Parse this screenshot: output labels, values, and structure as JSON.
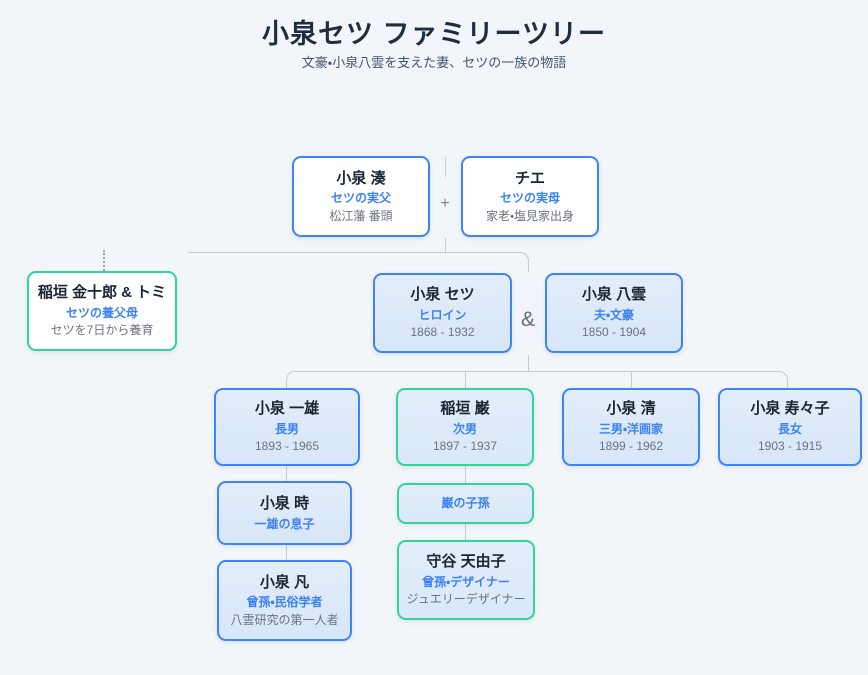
{
  "header": {
    "title": "小泉セツ ファミリーツリー",
    "subtitle": "文豪・小泉八雲を支えた妻、セツの一族の物語"
  },
  "symbols": {
    "couple_plus": "+",
    "couple_amp": "&"
  },
  "nodes": {
    "minato": {
      "name": "小泉 湊",
      "role": "セツの実父",
      "note": "松江藩 番頭"
    },
    "chie": {
      "name": "チエ",
      "role": "セツの実母",
      "note": "家老・塩見家出身"
    },
    "inagaki": {
      "name": "稲垣 金十郎 & トミ",
      "role": "セツの養父母",
      "note": "セツを7日から養育"
    },
    "setsu": {
      "name": "小泉 セツ",
      "role": "ヒロイン",
      "note": "1868 - 1932"
    },
    "yakumo": {
      "name": "小泉 八雲",
      "role": "夫・文豪",
      "note": "1850 - 1904"
    },
    "kazuo": {
      "name": "小泉 一雄",
      "role": "長男",
      "note": "1893 - 1965"
    },
    "iwao": {
      "name": "稲垣 巌",
      "role": "次男",
      "note": "1897 - 1937"
    },
    "kiyoshi": {
      "name": "小泉 清",
      "role": "三男・洋画家",
      "note": "1899 - 1962"
    },
    "suzuko": {
      "name": "小泉 寿々子",
      "role": "長女",
      "note": "1903 - 1915"
    },
    "toki": {
      "name": "小泉 時",
      "role": "一雄の息子"
    },
    "iwao_descendants": {
      "label": "巌の子孫"
    },
    "bon": {
      "name": "小泉 凡",
      "role": "曾孫・民俗学者",
      "note": "八雲研究の第一人者"
    },
    "moriya": {
      "name": "守谷 天由子",
      "role": "曾孫・デザイナー",
      "note": "ジュエリーデザイナー"
    }
  },
  "colors": {
    "background": "#f2f6fa",
    "blue_border": "#3f83f8",
    "green_border": "#34d399",
    "light_blue_fill": "#dbe7f9",
    "role_text": "#3b82f6",
    "note_text": "#6b7280",
    "title_text": "#1f2d3d",
    "connector_line": "#c6cbd1"
  }
}
